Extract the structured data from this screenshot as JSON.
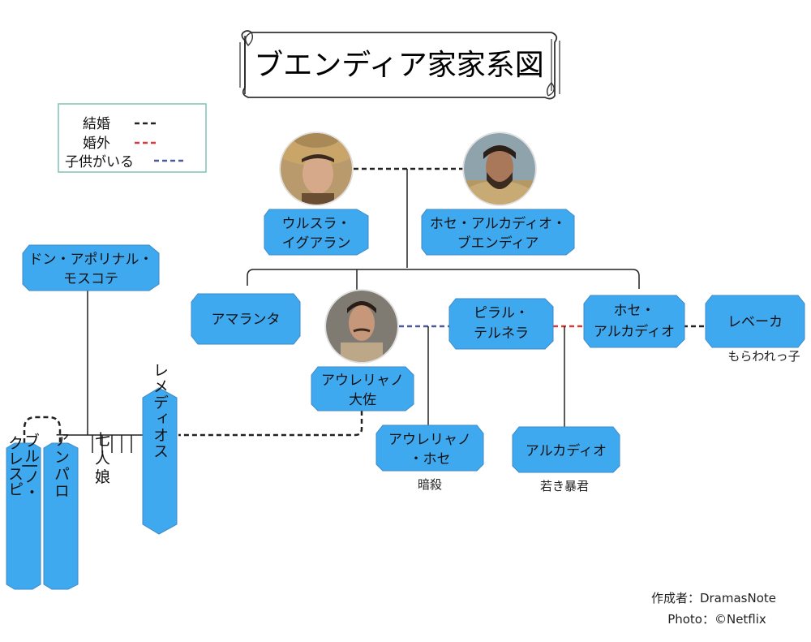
{
  "title": "ブエンディア家家系図",
  "legend": {
    "marriage": "結婚",
    "affair": "婚外",
    "children": "子供がいる",
    "colors": {
      "marriage": "#222222",
      "affair": "#d83a3a",
      "children": "#4a5a9a"
    }
  },
  "people": {
    "ursula": {
      "line1": "ウルスラ・",
      "line2": "イグアラン"
    },
    "jose_arcadio_buendia": {
      "line1": "ホセ・アルカディオ・",
      "line2": "ブエンディア"
    },
    "don_apolinar": {
      "line1": "ドン・アポリナル・",
      "line2": "モスコテ"
    },
    "amaranta": {
      "line1": "アマランタ"
    },
    "pilar": {
      "line1": "ピラル・",
      "line2": "テルネラ"
    },
    "jose_arcadio": {
      "line1": "ホセ・",
      "line2": "アルカディオ"
    },
    "rebeca": {
      "line1": "レベーカ",
      "note": "もらわれっ子"
    },
    "aureliano": {
      "line1": "アウレリャノ",
      "line2": "大佐"
    },
    "aureliano_jose": {
      "line1": "アウレリャノ",
      "line2": "・ホセ",
      "note": "暗殺"
    },
    "arcadio": {
      "line1": "アルカディオ",
      "note": "若き暴君"
    },
    "remedios": {
      "vertical": "レメディオス"
    },
    "amparo": {
      "vertical": "アンパロ"
    },
    "brunoclespi": {
      "col1": "ブル|ノ・",
      "col2": "クレスピ"
    },
    "seven_daughters": {
      "vertical": "七人娘"
    }
  },
  "credits": {
    "author": "作成者：DramasNote",
    "photo": "Photo：©Netflix"
  },
  "colors": {
    "node": "#3fa9f0"
  }
}
